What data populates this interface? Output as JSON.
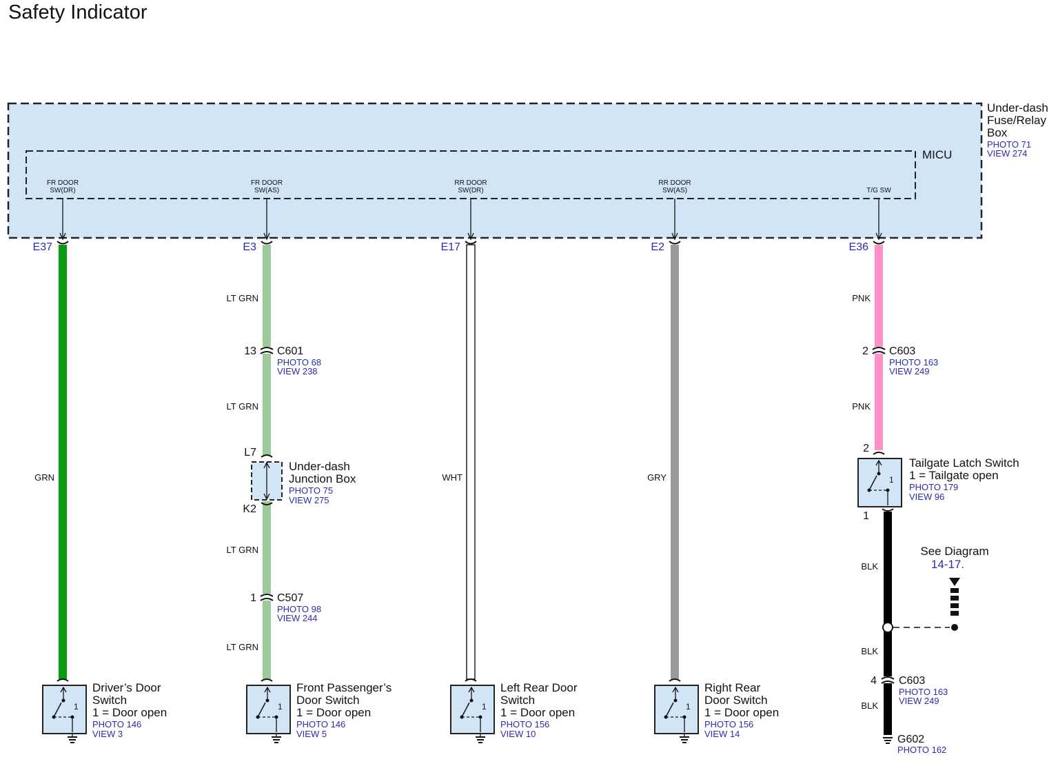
{
  "title": "Safety Indicator",
  "fuse_box": {
    "name_lines": [
      "Under-dash",
      "Fuse/Relay",
      "Box"
    ],
    "photo": "PHOTO 71",
    "view": "VIEW 274"
  },
  "micu": {
    "label": "MICU"
  },
  "circuits": [
    {
      "id": "drv",
      "pin_lines": [
        "FR DOOR",
        "SW(DR)"
      ],
      "terminal": "E37",
      "wire_color": "#0a9a14",
      "wire_style": "solid",
      "wire_labels": [
        "GRN"
      ],
      "connectors": [],
      "junction": null,
      "device": {
        "lines": [
          "Driver’s Door",
          "Switch",
          "1 = Door open"
        ],
        "photo": "PHOTO 146",
        "view": "VIEW 3",
        "pin": "1"
      }
    },
    {
      "id": "fps",
      "pin_lines": [
        "FR DOOR",
        "SW(AS)"
      ],
      "terminal": "E3",
      "wire_color": "#9dcc9a",
      "wire_style": "solid",
      "wire_labels": [
        "LT GRN",
        "LT GRN",
        "LT GRN",
        "LT GRN"
      ],
      "connectors": [
        {
          "pin": "13",
          "name": "C601",
          "photo": "PHOTO 68",
          "view": "VIEW 238"
        },
        {
          "pin": "1",
          "name": "C507",
          "photo": "PHOTO 98",
          "view": "VIEW 244"
        }
      ],
      "junction": {
        "top_pin": "L7",
        "bottom_pin": "K2",
        "name_lines": [
          "Under-dash",
          "Junction Box"
        ],
        "photo": "PHOTO 75",
        "view": "VIEW 275"
      },
      "device": {
        "lines": [
          "Front Passenger’s",
          "Door Switch",
          "1 = Door open"
        ],
        "photo": "PHOTO 146",
        "view": "VIEW 5",
        "pin": "1"
      }
    },
    {
      "id": "lr",
      "pin_lines": [
        "RR DOOR",
        "SW(DR)"
      ],
      "terminal": "E17",
      "wire_color": "#ffffff",
      "wire_style": "hollow",
      "wire_labels": [
        "WHT"
      ],
      "connectors": [],
      "junction": null,
      "device": {
        "lines": [
          "Left Rear Door",
          "Switch",
          "1 = Door open"
        ],
        "photo": "PHOTO 156",
        "view": "VIEW 10",
        "pin": "1"
      }
    },
    {
      "id": "rr",
      "pin_lines": [
        "RR DOOR",
        "SW(AS)"
      ],
      "terminal": "E2",
      "wire_color": "#9a9a9a",
      "wire_style": "solid",
      "wire_labels": [
        "GRY"
      ],
      "connectors": [],
      "junction": null,
      "device": {
        "lines": [
          "Right Rear",
          "Door Switch",
          "1 = Door open"
        ],
        "photo": "PHOTO 156",
        "view": "VIEW 14",
        "pin": "1"
      }
    },
    {
      "id": "tg",
      "pin_lines": [
        "T/G SW"
      ],
      "terminal": "E36",
      "wire_color": "#ff90c8",
      "wire_style": "solid",
      "wire_labels": [
        "PNK",
        "PNK"
      ],
      "connectors": [
        {
          "pin": "2",
          "name": "C603",
          "photo": "PHOTO 163",
          "view": "VIEW 249"
        }
      ],
      "junction": null,
      "device": {
        "lines": [
          "Tailgate Latch Switch",
          "1 = Tailgate open"
        ],
        "photo": "PHOTO 179",
        "view": "VIEW 96",
        "pin": "1",
        "top_pin": "2",
        "bottom_pin": "1"
      }
    }
  ],
  "ground_circuit": {
    "wire_color": "#000000",
    "wire_labels": [
      "BLK",
      "BLK",
      "BLK"
    ],
    "connector": {
      "pin": "4",
      "name": "C603",
      "photo": "PHOTO 163",
      "view": "VIEW 249"
    },
    "ground": {
      "name": "G602",
      "photo": "PHOTO 162"
    },
    "see_diagram": {
      "text": "See Diagram",
      "ref": "14-17."
    }
  },
  "colors": {
    "box_fill": "#d2e5f6",
    "ref_blue": "#2b2bb0",
    "terminal_blue": "#2a2ab8",
    "text": "#111111"
  }
}
